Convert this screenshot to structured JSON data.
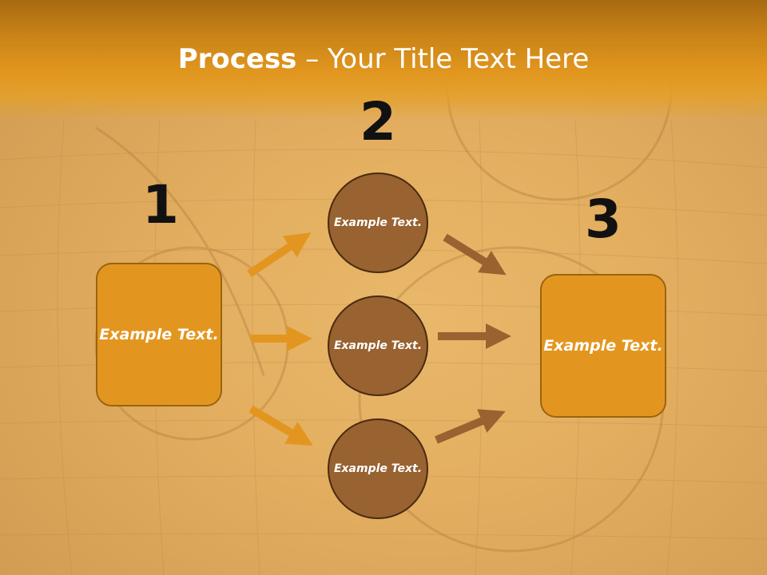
{
  "title": {
    "strong": "Process",
    "rest": " – Your Title Text Here"
  },
  "steps": [
    {
      "number": "1",
      "text": "Example Text."
    },
    {
      "number": "2",
      "circles": [
        "Example Text.",
        "Example Text.",
        "Example Text."
      ]
    },
    {
      "number": "3",
      "text": "Example Text."
    }
  ],
  "colors": {
    "header": "#e1961e",
    "box": "#e3961f",
    "circle": "#986231",
    "arrow_orange": "#e3961f",
    "arrow_brown": "#986231"
  }
}
